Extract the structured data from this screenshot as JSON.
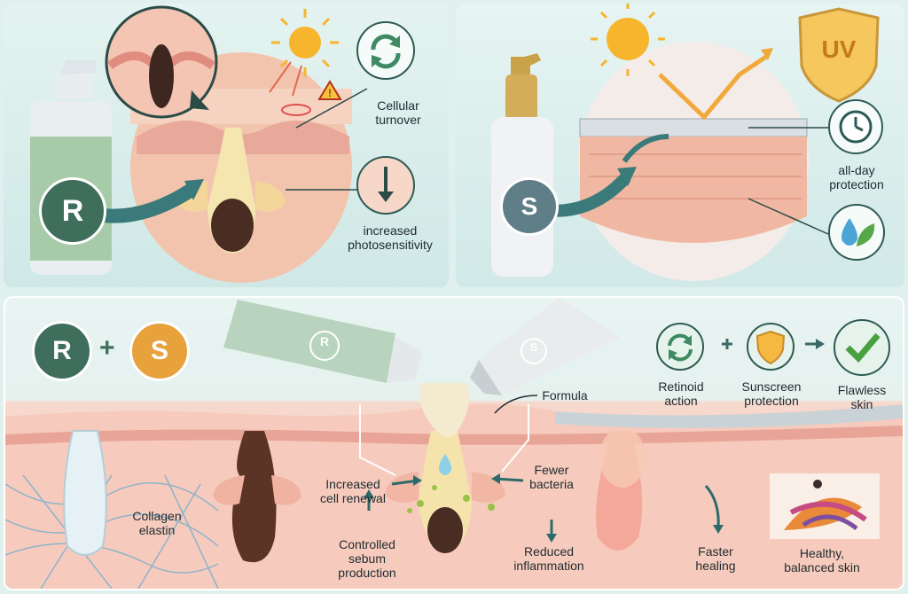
{
  "top_left": {
    "badge": "R",
    "label_turnover": "Cellular turnover",
    "label_photo": "increased photosensitivity"
  },
  "top_right": {
    "badge": "S",
    "uv": "UV",
    "label_protection": "all-day protection"
  },
  "bottom": {
    "badge_r": "R",
    "plus": "+",
    "badge_s": "S",
    "tube_r": "R",
    "tube_s": "S",
    "flow": [
      {
        "label": "Retinoid action"
      },
      {
        "label": "Sunscreen protection"
      },
      {
        "label": "Flawless skin"
      }
    ],
    "formula": "Formula",
    "labels": {
      "collagen": "Collagen elastin",
      "renewal": "Increased cell renewal",
      "bacteria": "Fewer bacteria",
      "sebum": "Controlled sebum production",
      "inflammation": "Reduced inflammation",
      "healing": "Faster healing",
      "healthy": "Healthy, balanced skin"
    }
  },
  "colors": {
    "retinoid_green": "#3f6e5c",
    "sunscreen_orange": "#e8a23c",
    "sunscreen_gray": "#5f7e88",
    "skin": "#f3c9b8",
    "teal": "#2f6b68"
  }
}
